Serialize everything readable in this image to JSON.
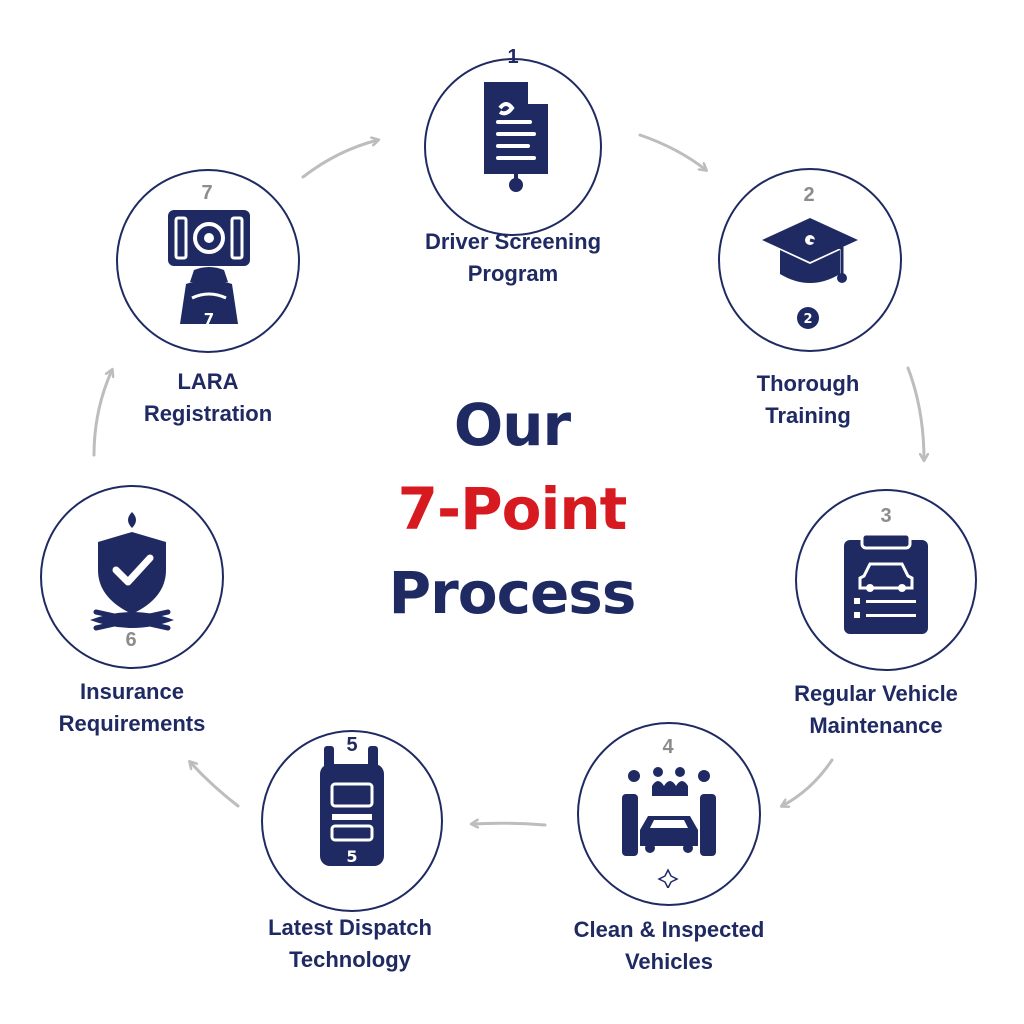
{
  "title": {
    "line1": "Our",
    "line2": "7-Point",
    "line3": "Process"
  },
  "colors": {
    "navy": "#1f2a63",
    "red": "#d71920",
    "arrow": "#bdbdbd",
    "number": "#8c8c8c"
  },
  "steps": [
    {
      "number": "1",
      "line1": "Driver Screening",
      "line2": "Program",
      "icon": "document-icon"
    },
    {
      "number": "2",
      "line1": "Thorough",
      "line2": "Training",
      "icon": "graduation-cap-icon"
    },
    {
      "number": "3",
      "line1": "Regular Vehicle",
      "line2": "Maintenance",
      "icon": "clipboard-car-icon"
    },
    {
      "number": "4",
      "line1": "Clean & Inspected",
      "line2": "Vehicles",
      "icon": "car-wash-icon"
    },
    {
      "number": "5",
      "line1": "Latest Dispatch",
      "line2": "Technology",
      "icon": "radio-device-icon"
    },
    {
      "number": "6",
      "line1": "Insurance",
      "line2": "Requirements",
      "icon": "shield-check-icon"
    },
    {
      "number": "7",
      "line1": "LARA",
      "line2": "Registration",
      "icon": "registration-id-icon"
    }
  ]
}
